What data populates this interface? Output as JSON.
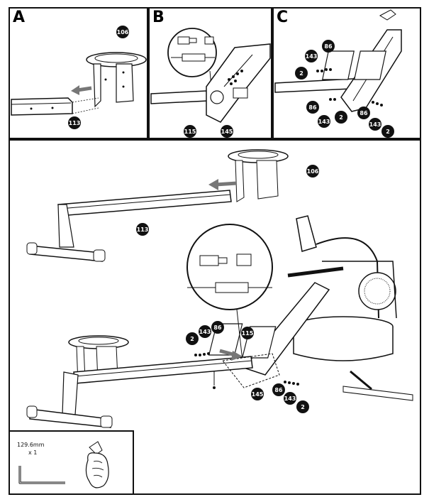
{
  "panels": {
    "a": {
      "label": "A",
      "callouts": [
        "106",
        "113"
      ]
    },
    "b": {
      "label": "B",
      "callouts": [
        "115",
        "145"
      ]
    },
    "c": {
      "label": "C",
      "callouts": [
        "143",
        "86",
        "2",
        "86",
        "143",
        "2",
        "86",
        "143",
        "2"
      ]
    },
    "main": {
      "callouts": [
        "106",
        "113",
        "2",
        "143",
        "86",
        "115",
        "145",
        "86",
        "143",
        "2"
      ]
    }
  },
  "tool": {
    "size": "129.6mm",
    "qty": "x 1"
  }
}
